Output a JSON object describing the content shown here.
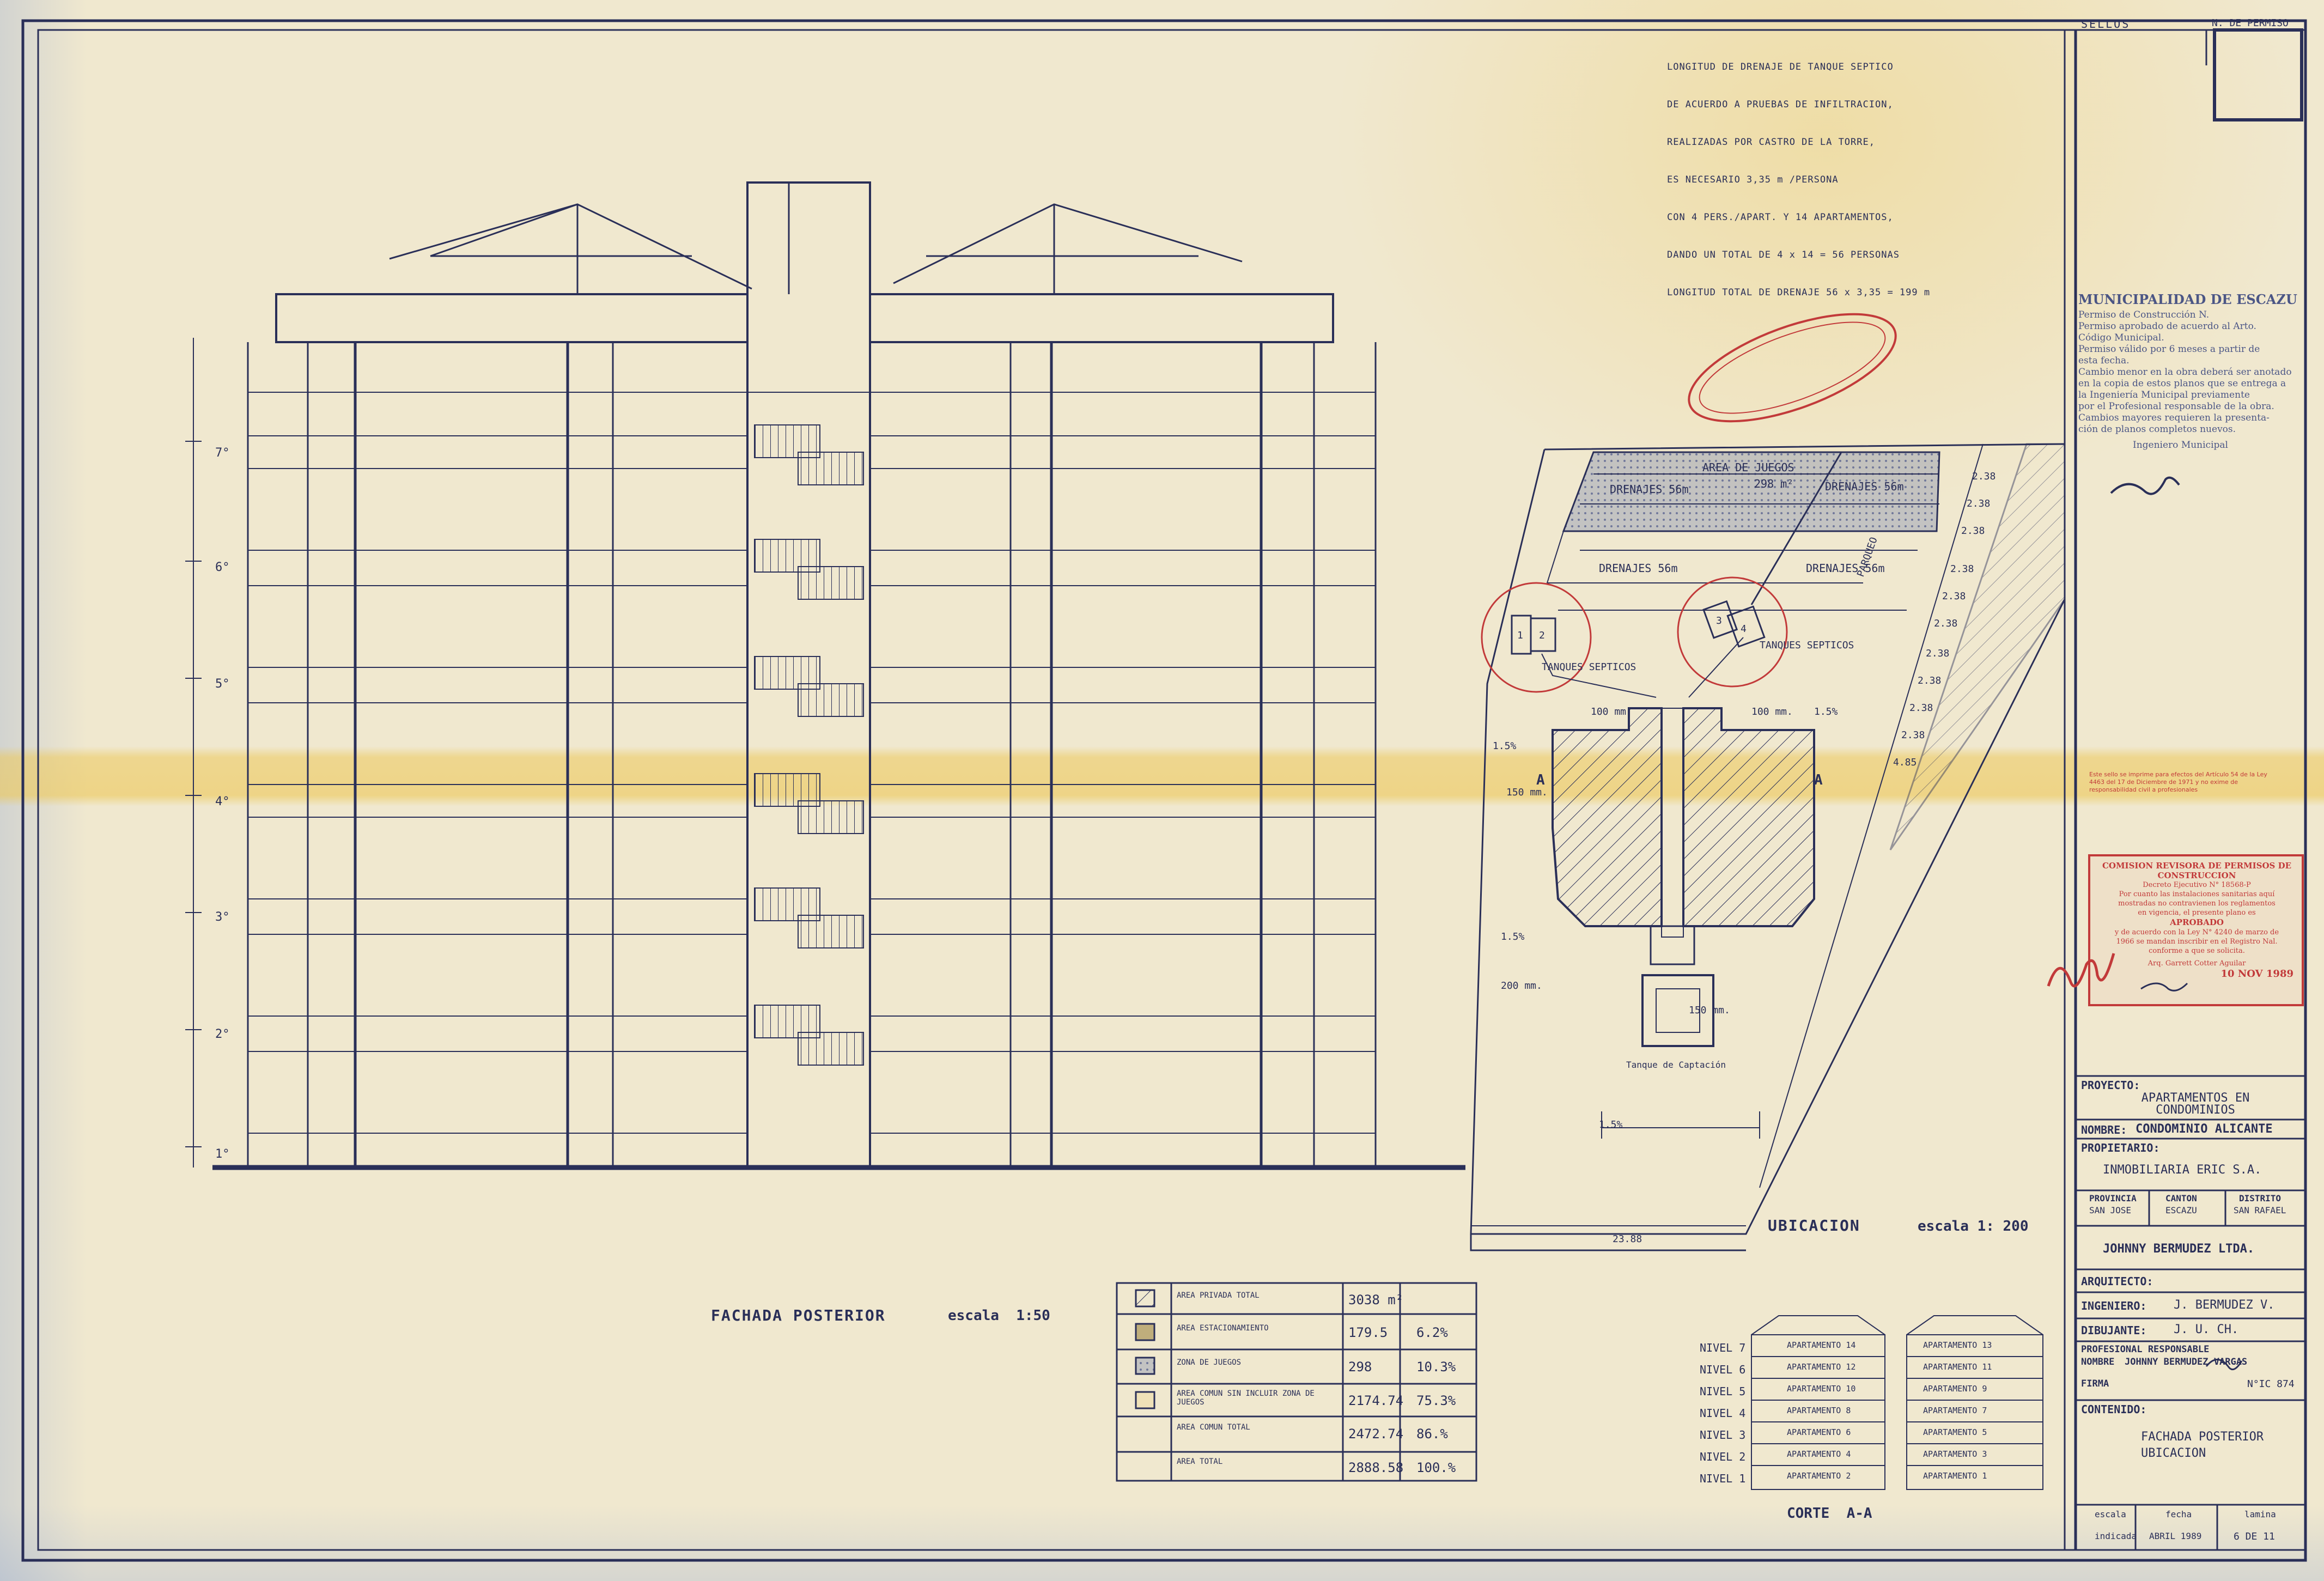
{
  "sheet": {
    "sellos_label": "SELLOS",
    "permiso_label": "N. DE PERMISO"
  },
  "elevation": {
    "title": "FACHADA POSTERIOR",
    "scale": "escala  1:50",
    "levels": [
      "1°",
      "2°",
      "3°",
      "4°",
      "5°",
      "6°",
      "7°"
    ]
  },
  "drainage_notes": [
    "LONGITUD DE DRENAJE DE TANQUE SEPTICO",
    "DE ACUERDO A PRUEBAS DE INFILTRACION,",
    "REALIZADAS POR CASTRO DE LA TORRE,",
    "ES NECESARIO 3,35 m /PERSONA",
    "CON 4 PERS./APART. Y 14 APARTAMENTOS,",
    "DANDO UN TOTAL DE 4 x 14 = 56 PERSONAS",
    "LONGITUD TOTAL DE DRENAJE 56 x 3,35 = 199 m"
  ],
  "site_plan": {
    "title": "UBICACION",
    "scale": "escala 1: 200",
    "labels": {
      "area_juegos": "AREA DE JUEGOS",
      "area_juegos_value": "298 m²",
      "drenajes": "DRENAJES 56m",
      "tanques": "TANQUES SEPTICOS",
      "tanque_nums": [
        "1",
        "2",
        "3",
        "4"
      ],
      "torre": "Tanque de Captación",
      "pipe1": "100 mm.",
      "pipe2": "100 mm.",
      "pipe3": "150 mm.",
      "pipe4": "150 mm.",
      "pipe5": "200 mm.",
      "slope": "1.5%",
      "section_mark": "A",
      "parqueo": "PARQUEO",
      "bottom_dim": "23.88",
      "boundary_dims": [
        "2.38",
        "2.38",
        "2.38",
        "2.38",
        "2.38",
        "2.38",
        "2.38",
        "2.38",
        "2.38",
        "2.38",
        "4.85"
      ]
    }
  },
  "area_table": {
    "rows": [
      {
        "label": "AREA PRIVADA TOTAL",
        "value": "3038 m²",
        "pct": ""
      },
      {
        "label": "AREA ESTACIONAMIENTO",
        "value": "179.5",
        "pct": "6.2%"
      },
      {
        "label": "ZONA DE JUEGOS",
        "value": "298",
        "pct": "10.3%"
      },
      {
        "label": "AREA COMUN SIN INCLUIR ZONA DE JUEGOS",
        "value": "2174.74",
        "pct": "75.3%"
      },
      {
        "label": "AREA COMUN TOTAL",
        "value": "2472.74",
        "pct": "86.%"
      },
      {
        "label": "AREA TOTAL",
        "value": "2888.58",
        "pct": "100.%"
      }
    ]
  },
  "corte": {
    "title": "CORTE  A-A",
    "niveles": [
      "NIVEL 7",
      "NIVEL 6",
      "NIVEL 5",
      "NIVEL 4",
      "NIVEL 3",
      "NIVEL 2",
      "NIVEL 1"
    ],
    "left_apts": [
      "APARTAMENTO 14",
      "APARTAMENTO 12",
      "APARTAMENTO 10",
      "APARTAMENTO 8",
      "APARTAMENTO 6",
      "APARTAMENTO 4",
      "APARTAMENTO 2"
    ],
    "right_apts": [
      "APARTAMENTO 13",
      "APARTAMENTO 11",
      "APARTAMENTO 9",
      "APARTAMENTO 7",
      "APARTAMENTO 5",
      "APARTAMENTO 3",
      "APARTAMENTO 1"
    ]
  },
  "stamps": {
    "municipal_title": "MUNICIPALIDAD DE ESCAZU",
    "municipal_lines": [
      "Permiso de Construcción N.",
      "Permiso aprobado de acuerdo al Arto.",
      "Código Municipal.",
      "Permiso válido por 6 meses a partir de",
      "esta fecha.",
      "Cambio menor en la obra deberá ser anotado",
      "en la copia de estos planos que se entrega a",
      "la Ingeniería Municipal previamente",
      "por el Profesional responsable de la obra.",
      "Cambios mayores requieren la presenta-",
      "ción de planos completos nuevos."
    ],
    "ingeniero": "Ingeniero Municipal",
    "comision_title": "COMISION REVISORA DE PERMISOS DE CONSTRUCCION",
    "comision_lines": [
      "Decreto Ejecutivo N° 18568-P",
      "Por cuanto las instalaciones sanitarias aquí",
      "mostradas no contravienen los reglamentos",
      "en vigencia, el presente plano es",
      "APROBADO",
      "y de acuerdo con la Ley N° 4240 de marzo de",
      "1966 se mandan inscribir en el Registro Nal.",
      "conforme a que se solicita."
    ],
    "comision_sig": "Arq. Garrett Cotter Aguilar",
    "comision_date": "10 NOV 1989",
    "law_note": "Este sello se imprime para efectos del Artículo 54 de la Ley 4463 del 17 de Diciembre de 1971 y no exime de responsabilidad civil a profesionales"
  },
  "title_block": {
    "proyecto_label": "PROYECTO:",
    "proyecto": "APARTAMENTOS EN CONDOMINIOS",
    "nombre_label": "NOMBRE:",
    "nombre": "CONDOMINIO ALICANTE",
    "propietario_label": "PROPIETARIO:",
    "propietario": "INMOBILIARIA ERIC S.A.",
    "provincia_label": "PROVINCIA",
    "provincia": "SAN JOSE",
    "canton_label": "CANTON",
    "canton": "ESCAZU",
    "distrito_label": "DISTRITO",
    "distrito": "SAN RAFAEL",
    "firm": "JOHNNY BERMUDEZ LTDA.",
    "arquitecto_label": "ARQUITECTO:",
    "ingeniero_label": "INGENIERO:",
    "ingeniero": "J. BERMUDEZ V.",
    "dibujante_label": "DIBUJANTE:",
    "dibujante": "J. U. CH.",
    "profesional_label": "PROFESIONAL RESPONSABLE",
    "profesional_nombre_label": "NOMBRE",
    "profesional": "JOHNNY BERMUDEZ VARGAS",
    "firma_label": "FIRMA",
    "ic": "N°IC 874",
    "contenido_label": "CONTENIDO:",
    "contenido_1": "FACHADA POSTERIOR",
    "contenido_2": "UBICACION",
    "escala_label": "escala",
    "escala": "indicada",
    "fecha_label": "fecha",
    "fecha": "ABRIL 1989",
    "lamina_label": "lamina",
    "lamina": "6 DE 11"
  }
}
